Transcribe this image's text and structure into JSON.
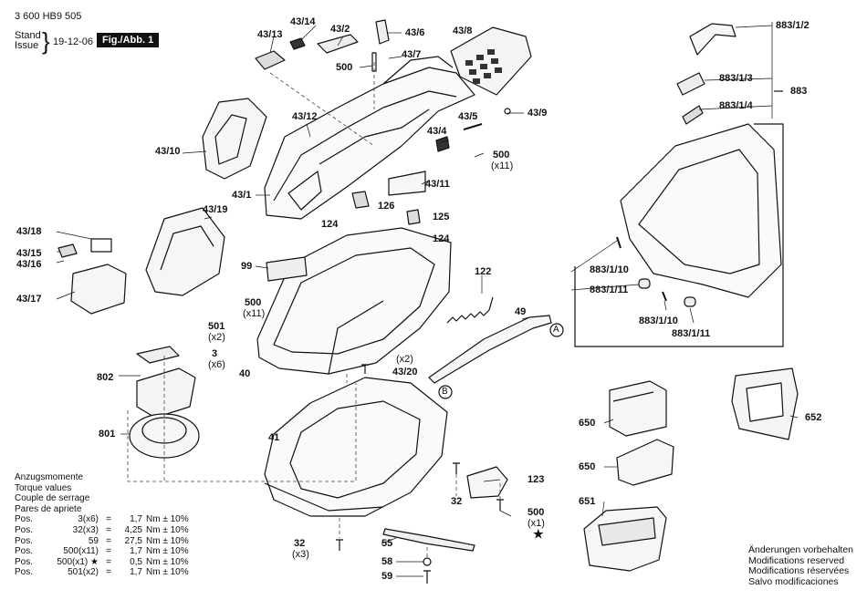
{
  "header": {
    "part_number": "3 600 HB9 505",
    "stand": "Stand",
    "issue": "Issue",
    "date": "19-12-06",
    "figure": "Fig./Abb. 1"
  },
  "callouts": [
    "43/14",
    "43/2",
    "43/6",
    "43/8",
    "43/13",
    "500",
    "43/7",
    "43/12",
    "43/5",
    "43/9",
    "43/10",
    "43/4",
    "500",
    "(x11)",
    "43/1",
    "43/11",
    "43/19",
    "126",
    "43/18",
    "124",
    "125",
    "124",
    "43/15",
    "43/16",
    "99",
    "122",
    "43/17",
    "500",
    "(x11)",
    "49",
    "501",
    "(x2)",
    "3",
    "(x6)",
    "(x2)",
    "802",
    "40",
    "43/20",
    "41",
    "801",
    "123",
    "32",
    "500",
    "(x1)",
    "55",
    "32",
    "(x3)",
    "58",
    "59",
    "883/1/2",
    "883/1/3",
    "883",
    "883/1/4",
    "883/1/10",
    "883/1/11",
    "883/1/10",
    "883/1/11",
    "652",
    "650",
    "650",
    "651",
    "A",
    "B"
  ],
  "torque": {
    "title_lines": [
      "Anzugsmomente",
      "Torque values",
      "Couple de serrage",
      "Pares de apriete"
    ],
    "rows": [
      {
        "pos": "Pos.",
        "item": "3(x6)",
        "eq": "=",
        "val": "1,7",
        "unit": "Nm ± 10%"
      },
      {
        "pos": "Pos.",
        "item": "32(x3)",
        "eq": "=",
        "val": "4,25",
        "unit": "Nm ± 10%"
      },
      {
        "pos": "Pos.",
        "item": "59",
        "eq": "=",
        "val": "27,5",
        "unit": "Nm ± 10%"
      },
      {
        "pos": "Pos.",
        "item": "500(x11)",
        "eq": "=",
        "val": "1,7",
        "unit": "Nm ± 10%"
      },
      {
        "pos": "Pos.",
        "item": "500(x1) ★",
        "eq": "=",
        "val": "0,5",
        "unit": "Nm ± 10%"
      },
      {
        "pos": "Pos.",
        "item": "501(x2)",
        "eq": "=",
        "val": "1,7",
        "unit": "Nm ± 10%"
      }
    ]
  },
  "modifications": [
    "Änderungen vorbehalten",
    "Modifications reserved",
    "Modifications réservées",
    "Salvo modificaciones"
  ],
  "star": "★"
}
